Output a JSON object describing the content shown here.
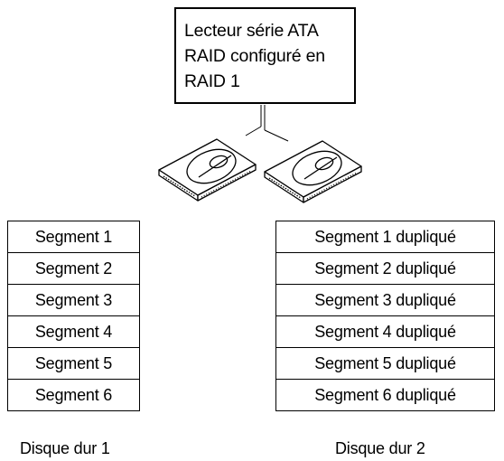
{
  "raid_box": {
    "lines": [
      "Lecteur série ATA",
      "RAID configuré en",
      "RAID 1"
    ]
  },
  "disk1": {
    "segments": [
      "Segment 1",
      "Segment 2",
      "Segment 3",
      "Segment 4",
      "Segment 5",
      "Segment 6"
    ],
    "caption": "Disque dur 1"
  },
  "disk2": {
    "segments": [
      "Segment 1 dupliqué",
      "Segment 2 dupliqué",
      "Segment 3 dupliqué",
      "Segment 4 dupliqué",
      "Segment 5 dupliqué",
      "Segment 6 dupliqué"
    ],
    "caption": "Disque dur 2"
  },
  "icons": [
    "hard-drive-icon",
    "hard-drive-icon"
  ]
}
